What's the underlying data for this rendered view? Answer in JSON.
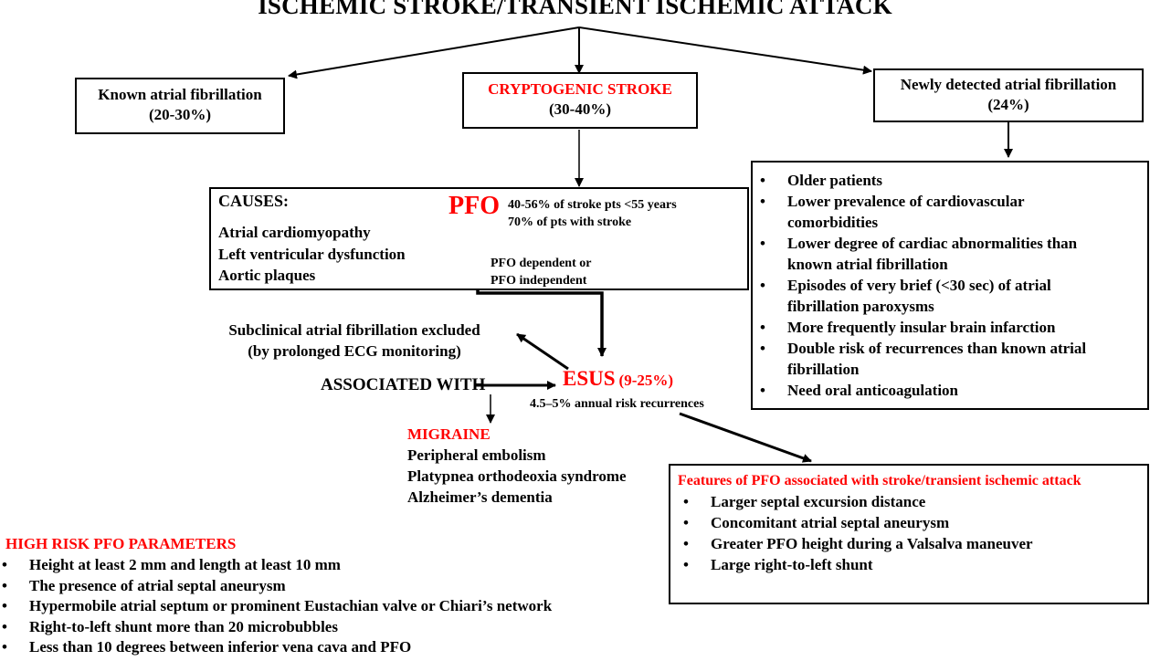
{
  "title": "ISCHEMIC STROKE/TRANSIENT ISCHEMIC ATTACK",
  "boxes": {
    "known_af": {
      "label": "Known atrial fibrillation",
      "pct": "(20-30%)"
    },
    "cryptogenic": {
      "label": "CRYPTOGENIC STROKE",
      "pct": "(30-40%)"
    },
    "new_af": {
      "label": "Newly detected atrial fibrillation",
      "pct": "(24%)"
    }
  },
  "new_af_features": [
    "Older patients",
    "Lower prevalence of cardiovascular comorbidities",
    "Lower degree of cardiac abnormalities than known atrial fibrillation",
    "Episodes of very brief (<30 sec) of atrial fibrillation paroxysms",
    "More frequently insular brain infarction",
    "Double risk of recurrences than known atrial fibrillation",
    "Need oral anticoagulation"
  ],
  "causes": {
    "heading": "CAUSES:",
    "items": [
      "Atrial cardiomyopathy",
      "Left ventricular dysfunction",
      "Aortic plaques"
    ],
    "pfo": "PFO",
    "pfo_stats": [
      "40-56% of stroke pts <55 years",
      "70% of pts with stroke"
    ],
    "pfo_dependency": [
      "PFO dependent or",
      "PFO independent"
    ]
  },
  "subclinical": [
    "Subclinical atrial fibrillation excluded",
    "(by prolonged ECG monitoring)"
  ],
  "associated_with": "ASSOCIATED WITH",
  "esus": {
    "label": "ESUS",
    "pct": "(9-25%)",
    "risk": "4.5–5% annual risk recurrences"
  },
  "associations": {
    "migraine": "MIGRAINE",
    "items": [
      "Peripheral embolism",
      "Platypnea orthodeoxia syndrome",
      "Alzheimer’s dementia"
    ]
  },
  "pfo_features": {
    "title": "Features of PFO associated with stroke/transient ischemic attack",
    "items": [
      "Larger septal excursion distance",
      "Concomitant atrial septal aneurysm",
      "Greater PFO height during a Valsalva maneuver",
      "Large right-to-left shunt"
    ]
  },
  "high_risk": {
    "title": "HIGH RISK PFO PARAMETERS",
    "items": [
      "Height at least 2 mm and length at least 10 mm",
      "The presence of atrial septal aneurysm",
      "Hypermobile atrial septum or prominent Eustachian valve or Chiari’s network",
      "Right-to-left shunt more than 20 microbubbles",
      "Less than 10 degrees between inferior vena cava and PFO"
    ]
  },
  "colors": {
    "accent_red": "#ff0000",
    "text": "#000000",
    "background": "#ffffff"
  }
}
